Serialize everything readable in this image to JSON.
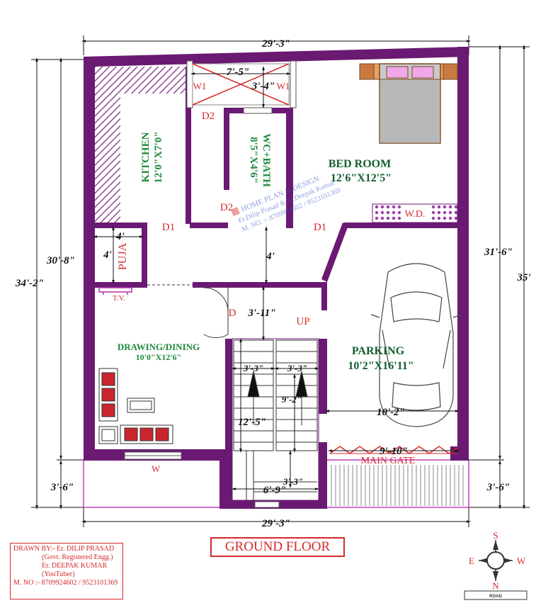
{
  "dimensions": {
    "top_width": "29'-3\"",
    "bottom_width": "29'-3\"",
    "left_inner": "30'-8\"",
    "left_outer": "34'-2\"",
    "left_setback": "3'-6\"",
    "right_inner": "31'-6\"",
    "right_outer": "35'",
    "right_setback": "3'-6\"",
    "top_opening": "7'-5\"",
    "top_opening_inner": "3'-4\"",
    "puja_width": "4'",
    "puja_depth": "4'",
    "passage": "4'",
    "passage_door": "3'-11\"",
    "stair_left_width": "3'-3\"",
    "stair_right_width": "3'-3\"",
    "stair_run": "9'-2\"",
    "stair_length": "12'-5\"",
    "stair_landing": "3'-3\"",
    "stair_total": "6'-9\"",
    "parking_width": "10'-2\"",
    "gate_width": "9'-10\""
  },
  "rooms": {
    "kitchen_name": "KITCHEN",
    "kitchen_size": "12'0\"X7'0\"",
    "wc_name": "WC+BATH",
    "wc_size": "8'5\"X4'6\"",
    "bedroom_name": "BED ROOM",
    "bedroom_size": "12'6\"X12'5\"",
    "puja_name": "PUJA",
    "drawing_name": "DRAWING/DINING",
    "drawing_size": "10'0\"X12'6\"",
    "parking_name": "PARKING",
    "parking_size": "10'2\"X16'11\""
  },
  "labels": {
    "w1_left": "W1",
    "w1_right": "W1",
    "d2_top": "D2",
    "d2_bottom": "D2",
    "d1_left": "D1",
    "d1_right": "D1",
    "door_d": "D",
    "wardrobe": "W.D.",
    "tv": "T.V.",
    "stair_up": "UP",
    "window_w": "W",
    "main_gate": "MAIN GATE"
  },
  "watermark": {
    "line1": "HOME PLAN & DESIGN",
    "line2": "Er.Dilip Prasad & Er.Deepak Kumar",
    "line3": "M. NO. :- 8709924602 / 9523101369"
  },
  "title": "GROUND FLOOR",
  "credits": {
    "drawn_by": "DRAWN BY:-  Er. DILIP PRASAD",
    "drawn_by_note": "(Govt. Registered Engg.)",
    "second_author": "Er. DEEPAK KUMAR",
    "second_note": "(YouTuber)",
    "mobile": "M. NO :- 8709924602 / 9523101369"
  },
  "compass": {
    "north": "N",
    "south": "S",
    "east": "E",
    "west": "W",
    "road": "ROAD"
  },
  "colors": {
    "wall": "#6a1a72",
    "label_red": "#d42a2a",
    "room_green": "#1e8a3c",
    "setback_line": "#c040c0"
  }
}
